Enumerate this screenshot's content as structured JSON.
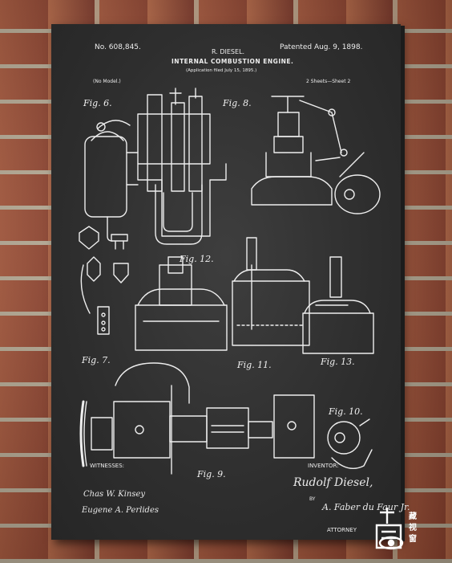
{
  "poster": {
    "patent_number": "No. 608,845.",
    "inventor_name": "R. DIESEL.",
    "patented_date": "Patented Aug. 9, 1898.",
    "title": "INTERNAL COMBUSTION ENGINE.",
    "application": "(Application filed July 15, 1895.)",
    "model": "(No Model.)",
    "sheets": "2 Sheets—Sheet 2",
    "figures": [
      "Fig. 6.",
      "Fig. 8.",
      "Fig. 12.",
      "Fig. 7.",
      "Fig. 11.",
      "Fig. 13.",
      "Fig. 10.",
      "Fig. 9."
    ],
    "witnesses_label": "WITNESSES:",
    "witness_1": "Chas W. Kinsey",
    "witness_2": "Eugene A. Perlides",
    "inventor_label": "INVENTOR:",
    "inventor_signature": "Rudolf Diesel,",
    "by_label": "BY",
    "attorney_signature": "A. Faber du Faur Jr.",
    "attorney_label": "ATTORNEY"
  },
  "watermark": {
    "chars": [
      "藏",
      "视",
      "窗"
    ]
  },
  "colors": {
    "chalkboard": "#323232",
    "chalk_line": "#f0f0f0",
    "brick": "#a95a3e",
    "mortar": "#b9ad97"
  }
}
